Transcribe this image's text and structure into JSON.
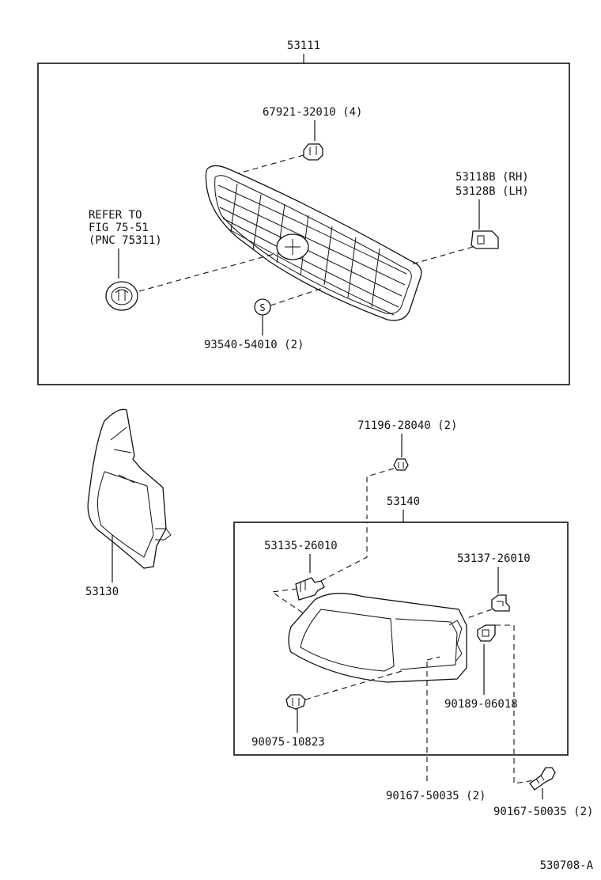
{
  "assembly": {
    "grille_assy": "53111",
    "headlamp_rim_assy": "53140",
    "rim_lh": "53130"
  },
  "parts": {
    "clip_top": "67921-32010 (4)",
    "bracket_rh": "53118B (RH)",
    "bracket_lh": "53128B (LH)",
    "refer_line1": "REFER TO",
    "refer_line2": "FIG 75-51",
    "refer_line3": "(PNC 75311)",
    "screw_s": "93540-54010 (2)",
    "screw_s_symbol": "S",
    "grommet": "71196-28040 (2)",
    "bolt_left": "53135-26010",
    "bracket_right": "53137-26010",
    "nut_clip": "90189-06018",
    "push_clip": "90075-10823",
    "bolt_bottom_left": "90167-50035 (2)",
    "bolt_bottom_right": "90167-50035 (2)"
  },
  "footer": {
    "drawing_code": "530708-A"
  }
}
